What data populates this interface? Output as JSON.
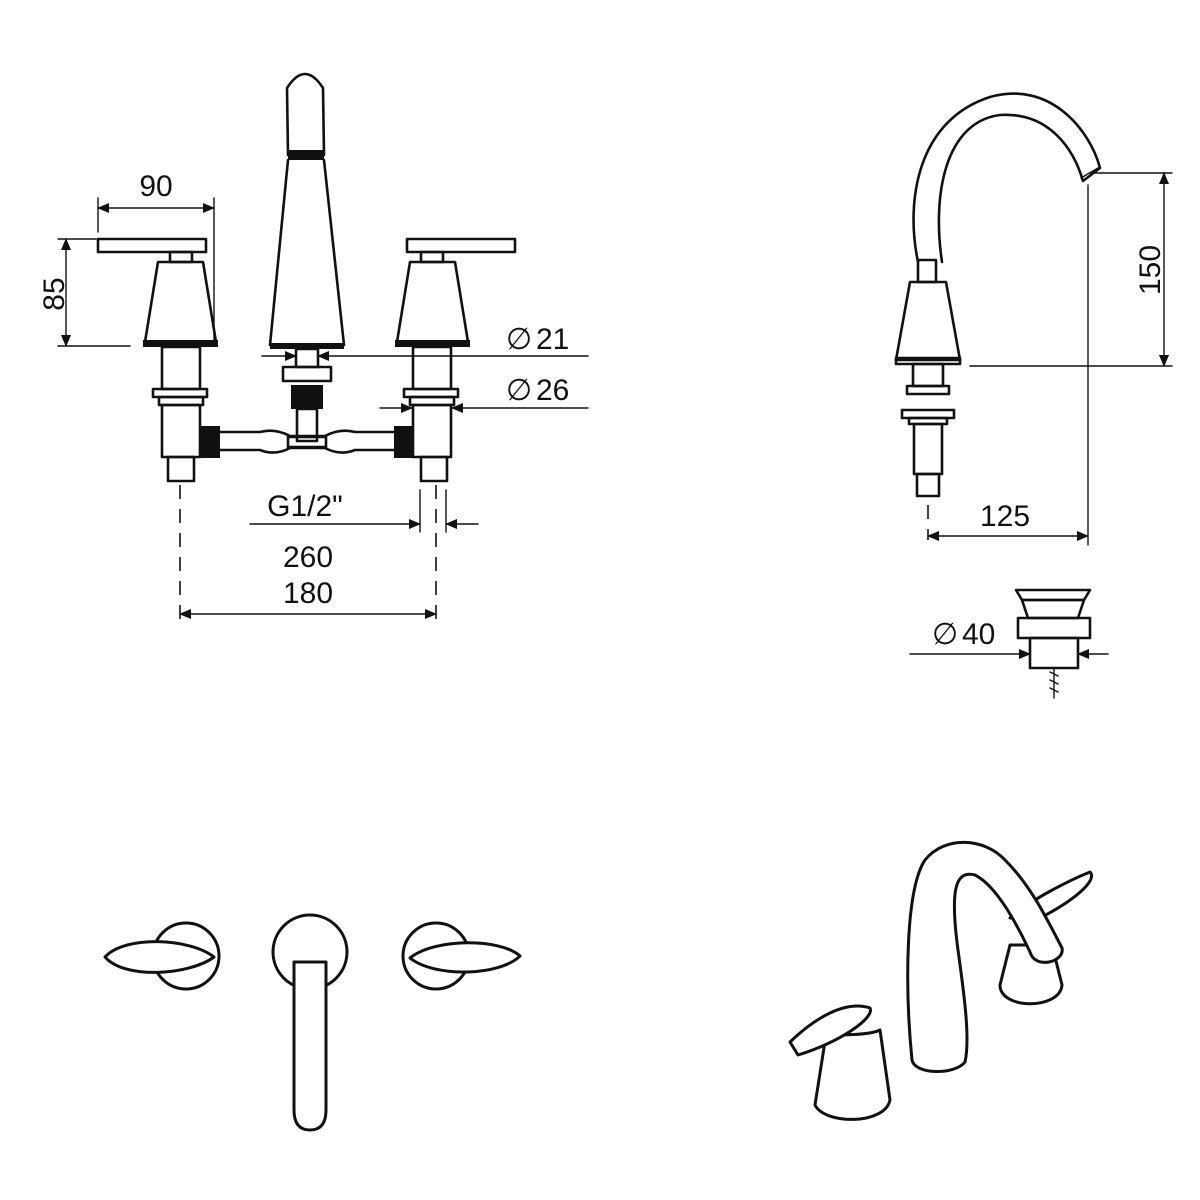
{
  "dimensions": {
    "handle_width": "90",
    "handle_height": "85",
    "diameter_21": "21",
    "diameter_26": "26",
    "thread": "G1/2\"",
    "max_spread": "260",
    "min_spread": "180",
    "spout_height": "150",
    "spout_reach": "125",
    "drain_diameter": "40"
  },
  "symbols": {
    "diameter": "∅"
  }
}
